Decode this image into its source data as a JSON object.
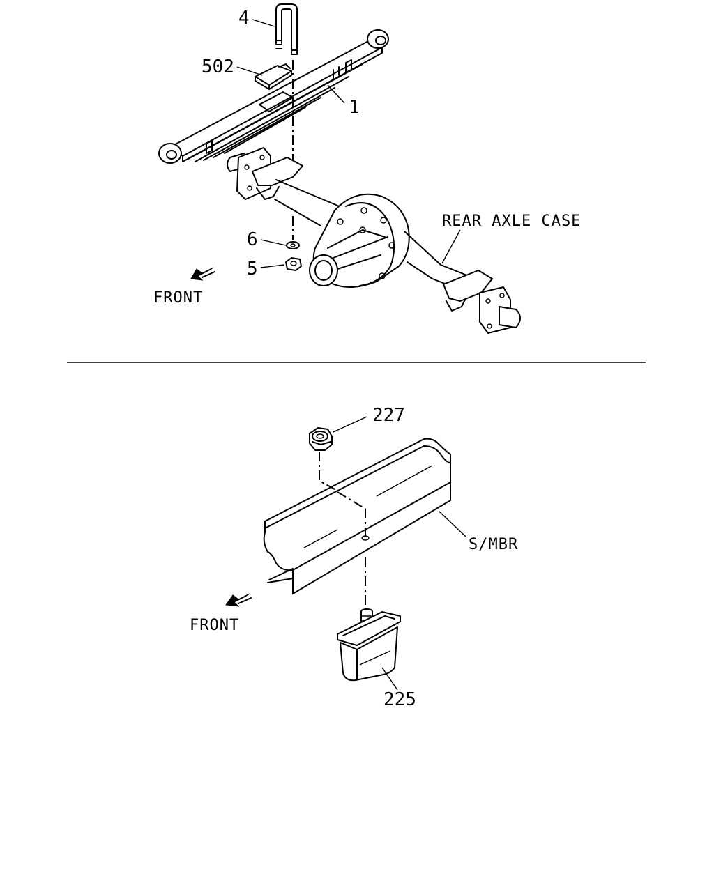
{
  "top_view": {
    "callouts": {
      "u_bolt": "4",
      "spring_plate": "502",
      "leaf_spring": "1",
      "washer": "6",
      "nut": "5"
    },
    "axle_label": "REAR AXLE CASE",
    "front_label": "FRONT"
  },
  "bottom_view": {
    "callouts": {
      "nut": "227",
      "bumper": "225"
    },
    "member_label": "S/MBR",
    "front_label": "FRONT"
  }
}
